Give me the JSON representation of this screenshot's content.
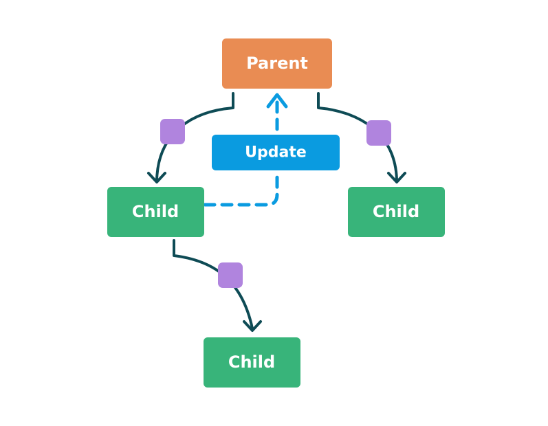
{
  "nodes": {
    "parent": {
      "label": "Parent"
    },
    "child_left": {
      "label": "Child"
    },
    "child_right": {
      "label": "Child"
    },
    "child_bottom": {
      "label": "Child"
    }
  },
  "update_badge": {
    "label": "Update"
  },
  "colors": {
    "parent": "#E98C53",
    "child": "#38B47A",
    "update": "#0A9BE0",
    "connector": "#0E4B55",
    "prop_marker": "#B084DE",
    "update_arrow": "#0A9BE0"
  }
}
